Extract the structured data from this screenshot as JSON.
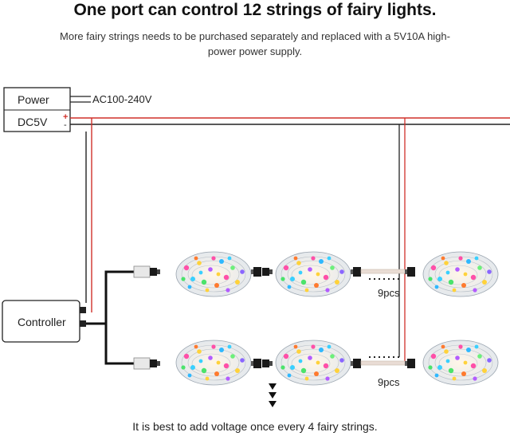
{
  "header": {
    "title": "One port can control 12 strings of fairy lights.",
    "subtitle": "More fairy strings needs to be purchased separately and replaced with a 5V10A high-power power supply."
  },
  "power_supply": {
    "label_top": "Power",
    "label_bottom": "DC5V",
    "input_voltage": "AC100-240V",
    "plus_sign": "+",
    "minus_sign": "-"
  },
  "controller": {
    "label": "Controller"
  },
  "rows": [
    {
      "count_label": "9pcs"
    },
    {
      "count_label": "9pcs"
    }
  ],
  "footer": {
    "note": "It is best to add voltage once every 4 fairy strings."
  },
  "colors": {
    "wire_positive": "#d0302a",
    "wire_negative": "#222222",
    "box_border": "#222222"
  },
  "icons": {
    "fairy_light": "fairy-light-coil",
    "arrow": "down-arrow-triangle"
  }
}
